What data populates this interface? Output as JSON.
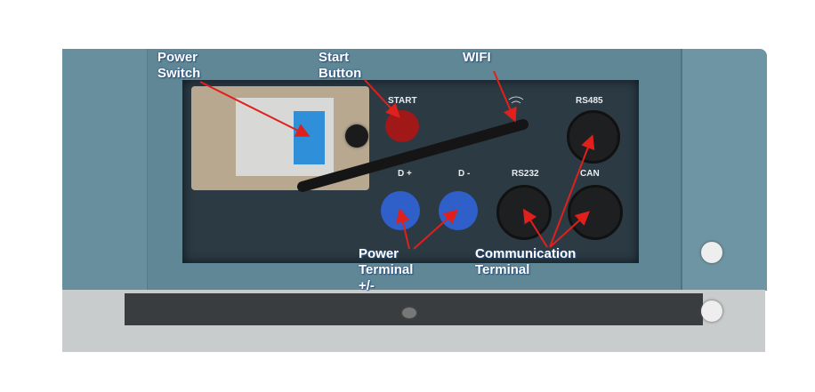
{
  "annotations": {
    "power_switch": "Power Switch",
    "start_button": "Start Button",
    "wifi": "WIFI",
    "power_terminal": "Power Terminal +/-",
    "communication_terminal": "Communication Terminal"
  },
  "panel_labels": {
    "start": "START",
    "rs485": "RS485",
    "d_plus": "D +",
    "d_minus": "D -",
    "rs232": "RS232",
    "can": "CAN"
  },
  "colors": {
    "arrow": "#e0201c",
    "body": "#5f8796"
  }
}
